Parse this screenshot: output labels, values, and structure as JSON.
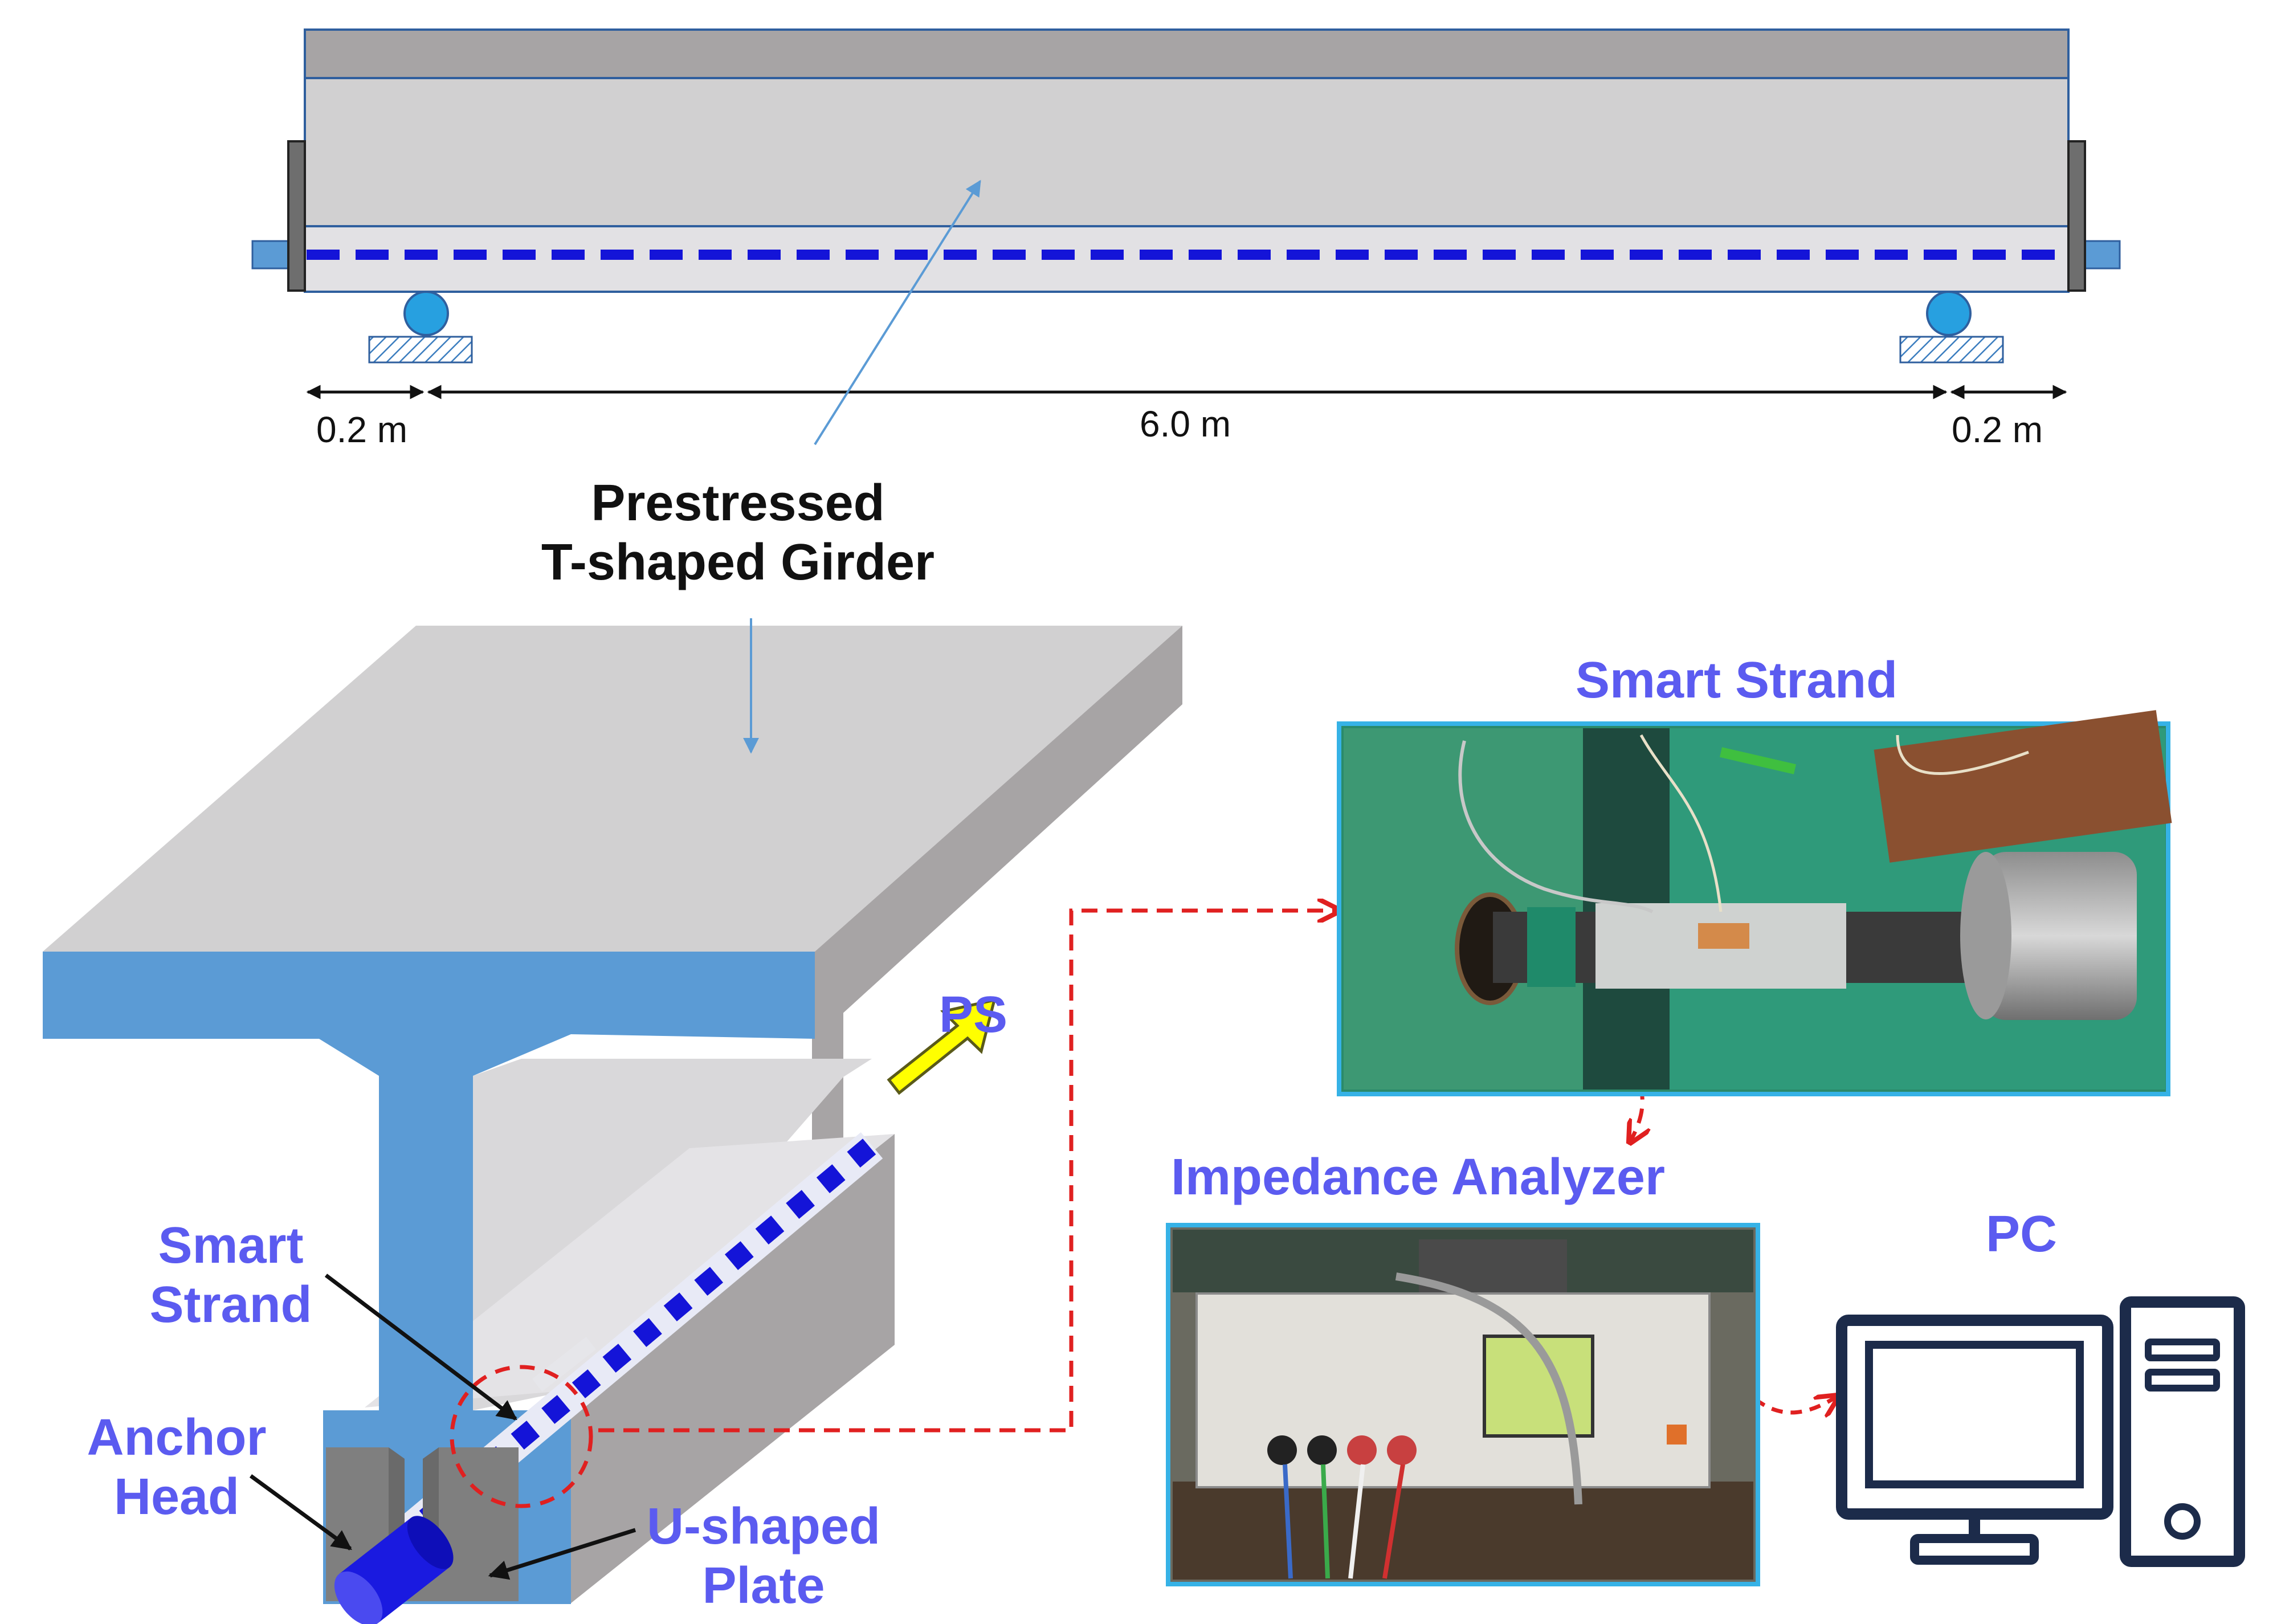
{
  "top_view": {
    "dims": {
      "left": "0.2 m",
      "span": "6.0 m",
      "right": "0.2 m"
    }
  },
  "labels": {
    "girder_title": [
      "Prestressed",
      "T-shaped Girder"
    ],
    "smart_strand_callout": [
      "Smart",
      "Strand"
    ],
    "anchor_head": [
      "Anchor",
      "Head"
    ],
    "u_shaped_plate": [
      "U-shaped",
      "Plate"
    ],
    "ps": "PS",
    "smart_strand_photo_title": "Smart Strand",
    "impedance_analyzer_title": "Impedance Analyzer",
    "pc": "PC"
  },
  "colors": {
    "concrete_light": "#d1d0d1",
    "concrete_dark": "#a7a4a5",
    "girder_blue": "#5b9bd5",
    "strand_blue": "#1414d8",
    "label_blue": "#5b5bf0",
    "photo_border": "#36b2e6",
    "signal_red": "#e02020",
    "ps_arrow_yellow": "#ffff00",
    "pc_icon_navy": "#1c2b4a"
  },
  "icons": [
    "pc-monitor-icon",
    "pc-tower-icon"
  ]
}
